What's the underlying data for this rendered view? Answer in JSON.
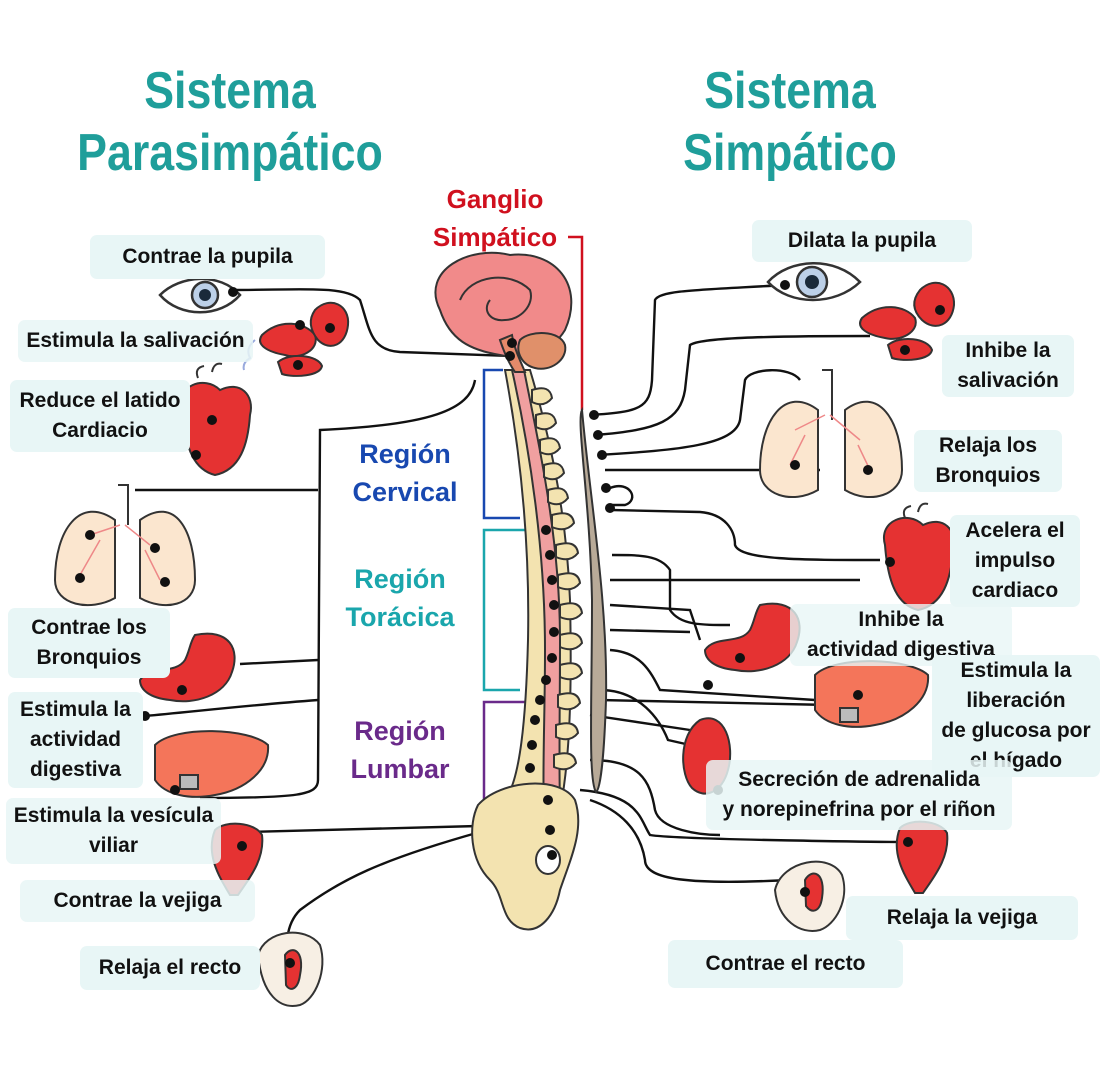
{
  "titles": {
    "left": "Sistema\nParasimpático",
    "right": "Sistema\nSimpático",
    "ganglion": "Ganglio\nSimpático"
  },
  "regions": {
    "cervical": "Región\nCervical",
    "thoracic": "Región\nTorácica",
    "lumbar": "Región\nLumbar"
  },
  "parasympathetic": [
    "Contrae la pupila",
    "Estimula la salivación",
    "Reduce el latido\nCardiacio",
    "Contrae los\nBronquios",
    "Estimula la\nactividad\ndigestiva",
    "Estimula la vesícula\nviliar",
    "Contrae la vejiga",
    "Relaja el recto"
  ],
  "sympathetic": [
    "Dilata la pupila",
    "Inhibe la\nsalivación",
    "Relaja los\nBronquios",
    "Acelera el\nimpulso\ncardiaco",
    "Inhibe la\nactividad  digestiva",
    "Estimula la\nliberación\nde glucosa por\nel hígado",
    "Secreción de adrenalida\ny norepinefrina por el riñon",
    "Relaja la vejiga",
    "Contrae el recto"
  ],
  "colors": {
    "title": "#1f9e9a",
    "ganglion": "#d0101e",
    "cervical": "#1848b0",
    "thoracic": "#1aa6ac",
    "lumbar": "#6a2a8a",
    "label_bg": "#e8f6f6",
    "organ_red": "#e53232",
    "bone": "#f3e3b0"
  }
}
